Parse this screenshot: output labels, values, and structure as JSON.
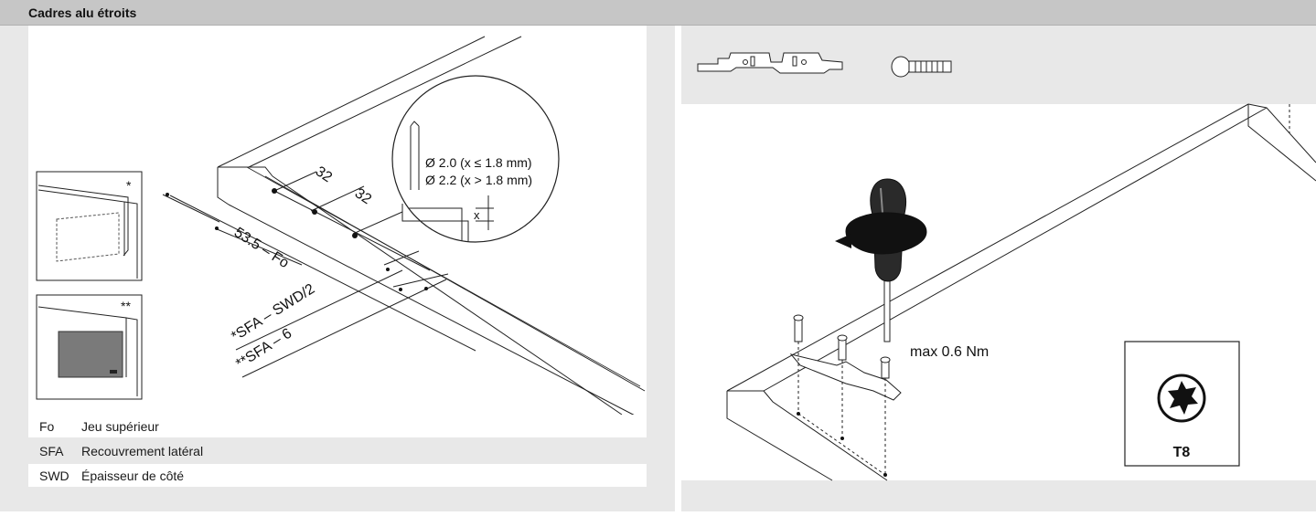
{
  "header": {
    "title": "Cadres alu étroits"
  },
  "left": {
    "dims": {
      "d1": "32",
      "d2": "32",
      "d3": "53.5 – Fo",
      "d4": "*SFA – SWD/2",
      "d5": "**SFA – 6"
    },
    "detail": {
      "line1": "Ø 2.0 (x ≤ 1.8 mm)",
      "line2": "Ø 2.2 (x > 1.8 mm)",
      "x_label": "x"
    },
    "thumb1": {
      "mark": "*"
    },
    "thumb2": {
      "mark": "**"
    }
  },
  "legend": [
    {
      "code": "Fo",
      "desc": "Jeu supérieur"
    },
    {
      "code": "SFA",
      "desc": "Recouvrement latéral"
    },
    {
      "code": "SWD",
      "desc": "Épaisseur de côté"
    }
  ],
  "right": {
    "torque": "max 0.6 Nm",
    "drive": "T8"
  }
}
